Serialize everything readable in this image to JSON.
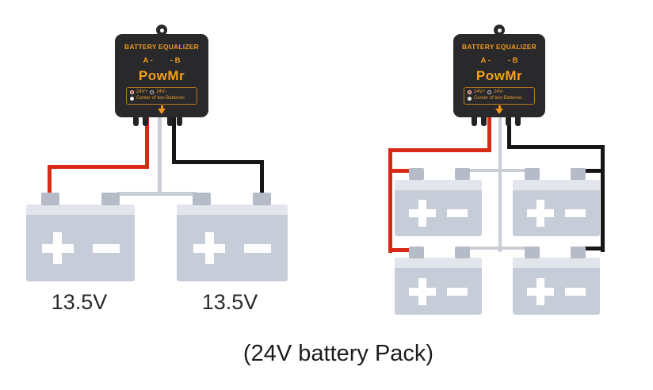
{
  "equalizer": {
    "title": "BATTERY EQUALIZER",
    "port_a_label": "A -",
    "port_b_label": "- B",
    "brand": "PowMr",
    "plate": {
      "option1": "24V+",
      "option2": "24V-",
      "center_label": "Center of two Batteries"
    }
  },
  "left_diagram": {
    "battery1_label": "13.5V",
    "battery2_label": "13.5V"
  },
  "caption": "(24V battery Pack)",
  "colors": {
    "equalizer_body": "#29292b",
    "brand_orange": "#f5a01a",
    "positive_wire_red": "#d92a18",
    "negative_wire_black": "#161616",
    "center_tap_wire_gray": "#c9cdd4",
    "battery_body": "#c7cdd8",
    "battery_lid": "#e2e5eb",
    "terminal_gray": "#b5bbc7"
  }
}
